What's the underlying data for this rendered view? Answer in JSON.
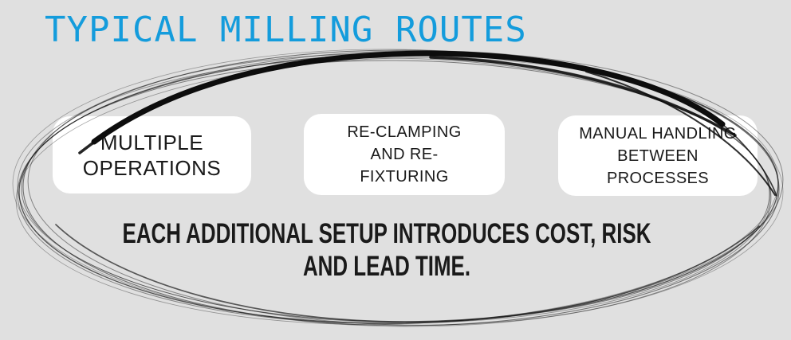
{
  "title": "TYPICAL MILLING ROUTES",
  "cards": [
    {
      "lines": [
        "MULTIPLE",
        "OPERATIONS"
      ]
    },
    {
      "lines": [
        "RE-CLAMPING",
        "AND RE-",
        "FIXTURING"
      ]
    },
    {
      "lines": [
        "MANUAL HANDLING",
        "BETWEEN",
        "PROCESSES"
      ]
    }
  ],
  "caption": {
    "line1": "EACH ADDITIONAL SETUP INTRODUCES COST, RISK",
    "line2": "AND LEAD TIME."
  },
  "colors": {
    "background": "#e0e0e0",
    "title_blue": "#149cdc",
    "card_background": "#ffffff",
    "text": "#1a1a1a",
    "sketch_ink": "#141414"
  }
}
